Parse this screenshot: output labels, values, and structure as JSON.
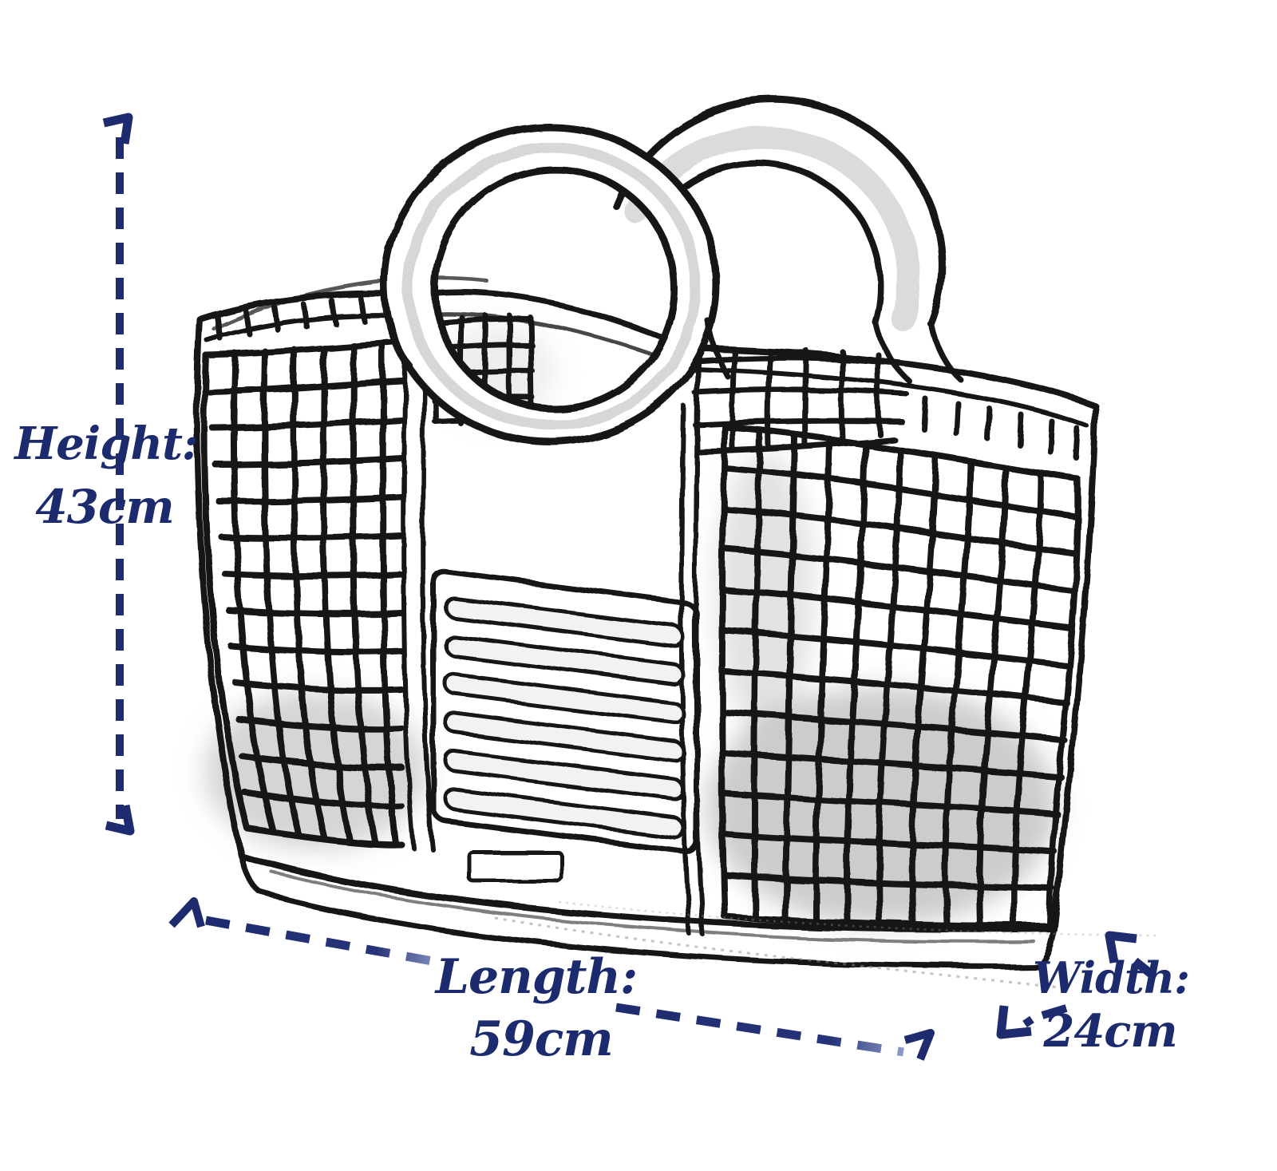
{
  "colors": {
    "background": "#ffffff",
    "annotation_navy": "#1e2b6e",
    "annotation_fade": "#93a0cc",
    "sketch_ink": "#161616",
    "sketch_shade": "#9a9a9a"
  },
  "dimensions": {
    "height": {
      "label": "Height:",
      "value": "43cm"
    },
    "length": {
      "label": "Length:",
      "value": "59cm"
    },
    "width": {
      "label": "Width:",
      "value": "24cm"
    }
  },
  "icons": {
    "height_line": "vertical-dashed-dimension-line",
    "height_arrow_top": "chevron-up-right",
    "height_arrow_bottom": "chevron-down-right",
    "length_line": "diagonal-dashed-dimension-line",
    "length_arrow_left": "chevron-up",
    "length_arrow_right": "chevron-up-right",
    "width_line": "short-dashed-dimension-line",
    "width_arrow_top": "corner-arrow-up-left",
    "width_arrow_bottom": "corner-arrow-down-left"
  }
}
